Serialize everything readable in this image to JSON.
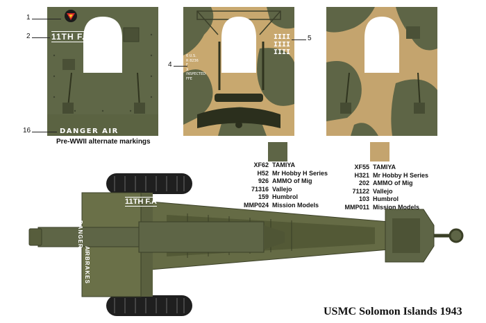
{
  "panels": {
    "pre_war": {
      "unit_marking": "11TH F.A",
      "warning_marking": "DANGER AIR BRAKES",
      "caption": "Pre-WWII alternate markings"
    },
    "camo": {
      "tally_marks": "IIII IIII IIII"
    }
  },
  "callouts": [
    "1",
    "2",
    "4",
    "5",
    "16"
  ],
  "colors": {
    "olive_drab": "#5e6546",
    "sand": "#c4a46e",
    "olive_dark": "#444a30"
  },
  "paint_refs": {
    "left": [
      {
        "code": "XF62",
        "brand": "TAMIYA"
      },
      {
        "code": "H52",
        "brand": "Mr Hobby H Series"
      },
      {
        "code": "926",
        "brand": "AMMO of Mig"
      },
      {
        "code": "71316",
        "brand": "Vallejo"
      },
      {
        "code": "159",
        "brand": "Humbrol"
      },
      {
        "code": "MMP024",
        "brand": "Mission Models"
      }
    ],
    "right": [
      {
        "code": "XF55",
        "brand": "TAMIYA"
      },
      {
        "code": "H321",
        "brand": "Mr Hobby H Series"
      },
      {
        "code": "202",
        "brand": "AMMO of Mig"
      },
      {
        "code": "71122",
        "brand": "Vallejo"
      },
      {
        "code": "103",
        "brand": "Humbrol"
      },
      {
        "code": "MMP011",
        "brand": "Mission Models"
      }
    ]
  },
  "top_view": {
    "shield_markings": [
      "DANGER",
      "AIR",
      "BRAKES"
    ],
    "shield_unit": "11TH F.A"
  },
  "stencil_lines": [
    "6 U.S.",
    "R 8236",
    "F",
    "X",
    "INSPECTED",
    "FFE"
  ],
  "title": "USMC Solomon Islands 1943"
}
